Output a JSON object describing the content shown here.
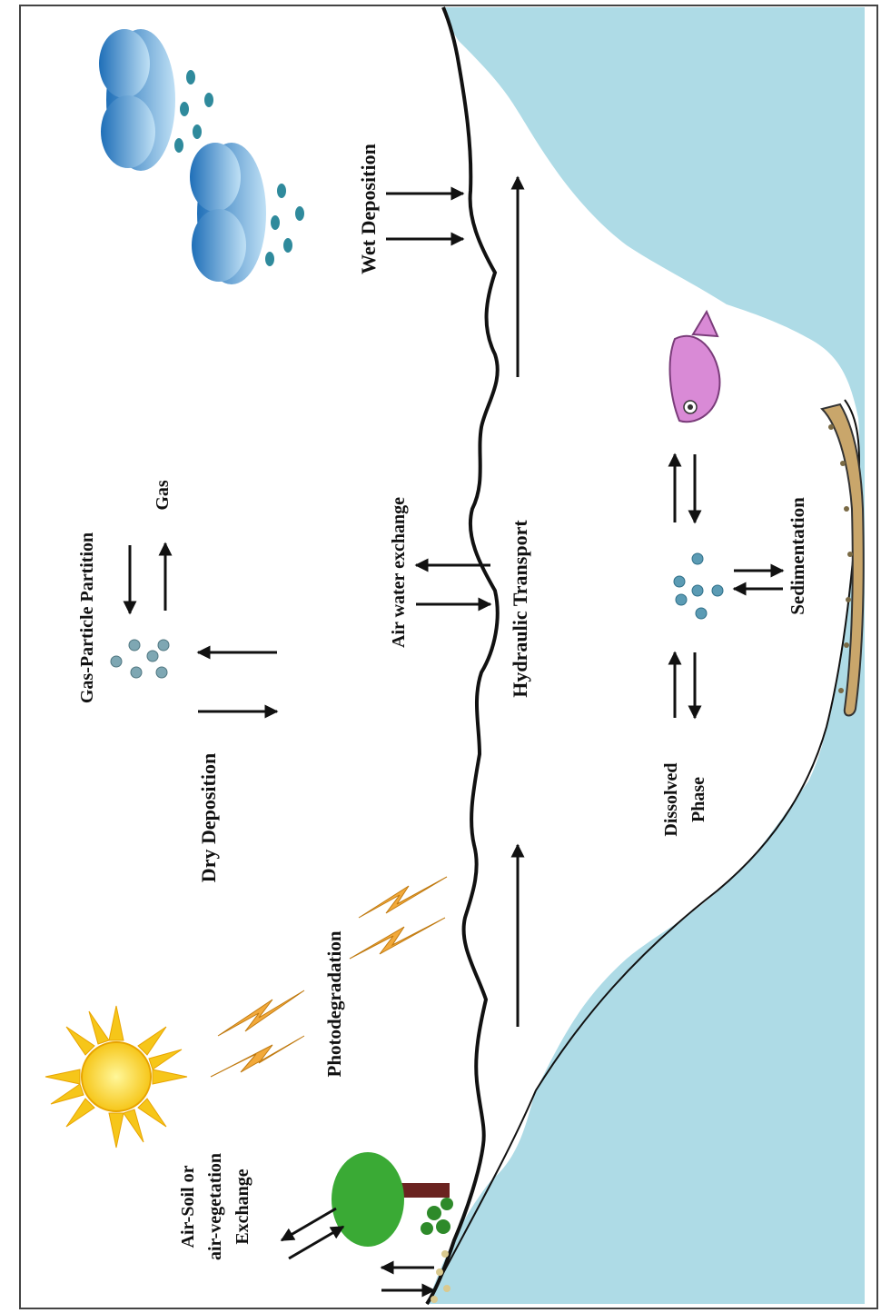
{
  "labels": {
    "gas_particle_partition": "Gas-Particle Partition",
    "gas": "Gas",
    "dry_deposition": "Dry Deposition",
    "air_water_exchange": "Air water exchange",
    "hydraulic_transport": "Hydraulic Transport",
    "wet_deposition": "Wet Deposition",
    "dissolved_phase_line1": "Dissolved",
    "dissolved_phase_line2": "Phase",
    "sedimentation": "Sedimentation",
    "photodegradation": "Photodegradation",
    "air_soil_line1": "Air-Soil or",
    "air_soil_line2": "air-vegetation",
    "air_soil_line3": "Exchange"
  },
  "icons": {
    "sun": "sun-icon",
    "cloud": "rain-cloud-icon",
    "lightning": "lightning-icon",
    "tree": "tree-icon",
    "fish": "fish-icon",
    "particles": "particle-cluster-icon"
  },
  "colors": {
    "water": "#aedbe6",
    "shoreline": "#111111",
    "sun": "#f6c619",
    "cloud": "#3f8fd0",
    "lightning": "#f2a93a",
    "tree": "#3aaa35",
    "fish": "#d98ad6",
    "particle": "#5b9bb4",
    "sediment": "#c9a66b"
  }
}
